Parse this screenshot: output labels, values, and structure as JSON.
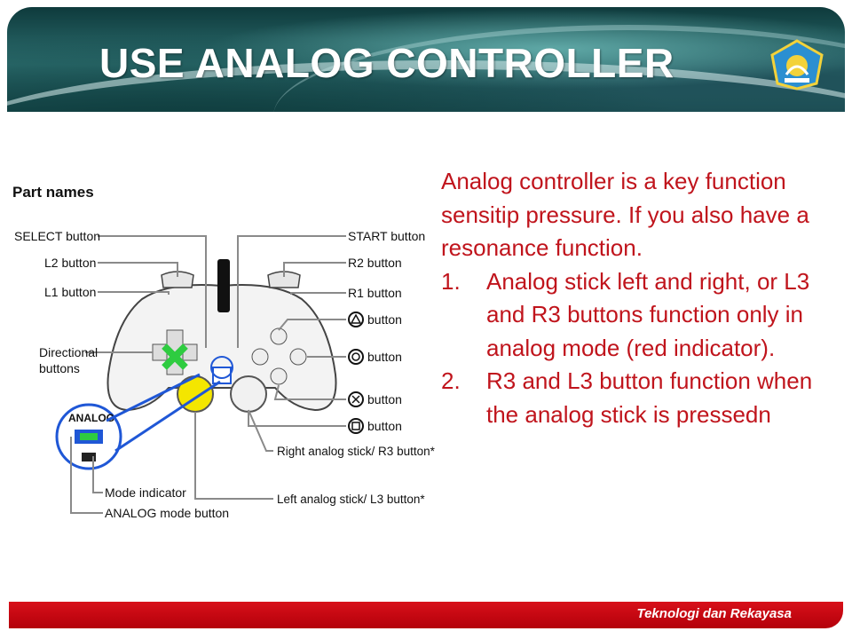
{
  "slide": {
    "title": "USE ANALOG CONTROLLER",
    "logo_icon": "tut-wuri-handayani-logo",
    "footer": "Teknologi dan Rekayasa",
    "accent": "#d8101a"
  },
  "diagram": {
    "heading": "Part names",
    "labels": {
      "select": "SELECT button",
      "l2": "L2 button",
      "l1": "L1 button",
      "directional_1": "Directional",
      "directional_2": "buttons",
      "analog_badge": "ANALOG",
      "start": "START button",
      "r2": "R2 button",
      "r1": "R1 button",
      "triangle": "button",
      "circle": "button",
      "cross": "button",
      "square": "button",
      "right_stick": "Right analog stick/ R3 button*",
      "left_stick": "Left analog stick/ L3 button*",
      "mode_indicator": "Mode indicator",
      "analog_mode": "ANALOG mode button"
    }
  },
  "content": {
    "intro": "Analog controller is a key function sensitip pressure. If you also have a resonance function.",
    "items": [
      {
        "num": "1.",
        "text": "Analog stick left and right, or L3 and R3 buttons function only in analog mode (red indicator)."
      },
      {
        "num": "2.",
        "text": "R3 and L3 button function when the analog stick is pressedn"
      }
    ],
    "text_color": "#c0141c"
  }
}
